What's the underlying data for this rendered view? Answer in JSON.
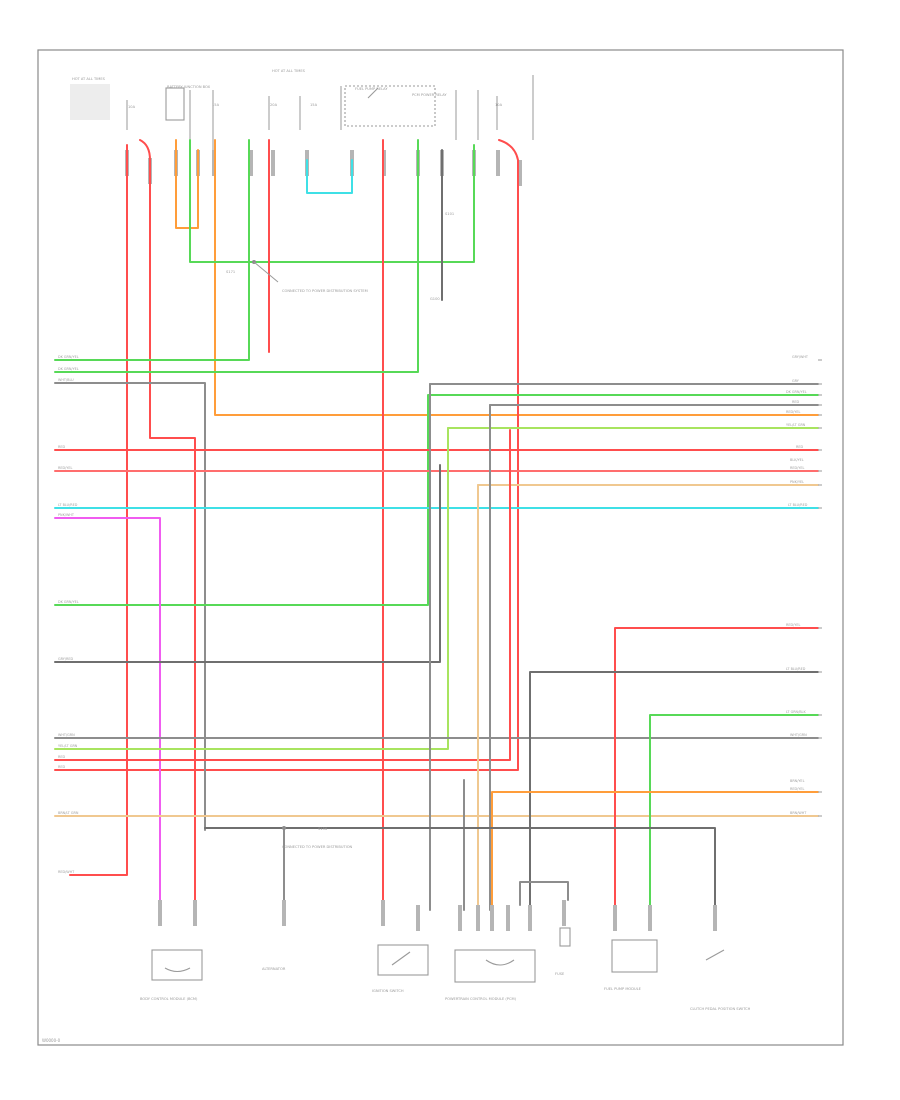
{
  "diagram": {
    "colors": {
      "red": "#ff4d4d",
      "pink_red": "#ff6d6d",
      "green": "#57d957",
      "light_green": "#a8e45f",
      "orange": "#ff9d3a",
      "cyan": "#3fe0e6",
      "magenta": "#f05cf0",
      "tan": "#f0c890",
      "yellow": "#f2ee8c",
      "gray": "#8d8d8d",
      "dark_gray": "#6f6f6f"
    },
    "top_labels": {
      "hot_at_all_times_left": "HOT AT ALL TIMES",
      "hot_at_all_times_center": "HOT AT ALL TIMES",
      "fuse_1": "10A",
      "fuse_2": "15A",
      "fuse_3": "20A",
      "fuse_4": "10A",
      "fuse_5": "15A",
      "fuel_pump_relay": "FUEL PUMP RELAY",
      "pcm_power_relay": "PCM POWER RELAY",
      "battery_junction_box": "BATTERY JUNCTION BOX",
      "splice_1": "S171",
      "splice_2": "S101",
      "ground_1": "G100"
    },
    "wire_labels_left": [
      "DK GRN/YEL",
      "DK GRN/YEL",
      "WHT/BLU",
      "RED",
      "RED/YEL",
      "LT BLU/RED",
      "PNK/WHT",
      "DK GRN/YEL",
      "GRY/RED",
      "WHT/GRN",
      "YEL/LT GRN",
      "RED",
      "RED",
      "BRN/LT GRN",
      "RED/WHT"
    ],
    "wire_labels_right": [
      "GRY/WHT",
      "GRY",
      "DK GRN/YEL",
      "RED",
      "RED/YEL",
      "YEL/LT GRN",
      "RED",
      "BLK/YEL",
      "RED/YEL",
      "PNK/YEL",
      "LT BLU/RED",
      "RED/YEL",
      "LT BLU/RED",
      "LT GRN/BLK",
      "WHT/GRN",
      "BRN/YEL",
      "RED/YEL",
      "BRN/WHT"
    ],
    "middle_labels": {
      "ground_note": "CONNECTED TO POWER DISTRIBUTION SYSTEM",
      "splice_bottom": "S156",
      "bottom_note": "CONNECTED TO POWER DISTRIBUTION"
    },
    "components": {
      "c1": "BODY CONTROL MODULE (BCM)",
      "c2": "ALTERNATOR",
      "c3": "IGNITION SWITCH",
      "c4": "POWERTRAIN CONTROL MODULE (PCM)",
      "c5": "FUSE",
      "c6": "FUEL PUMP MODULE",
      "c7": "CLUTCH PEDAL POSITION SWITCH"
    },
    "footer": "W0000-0"
  }
}
